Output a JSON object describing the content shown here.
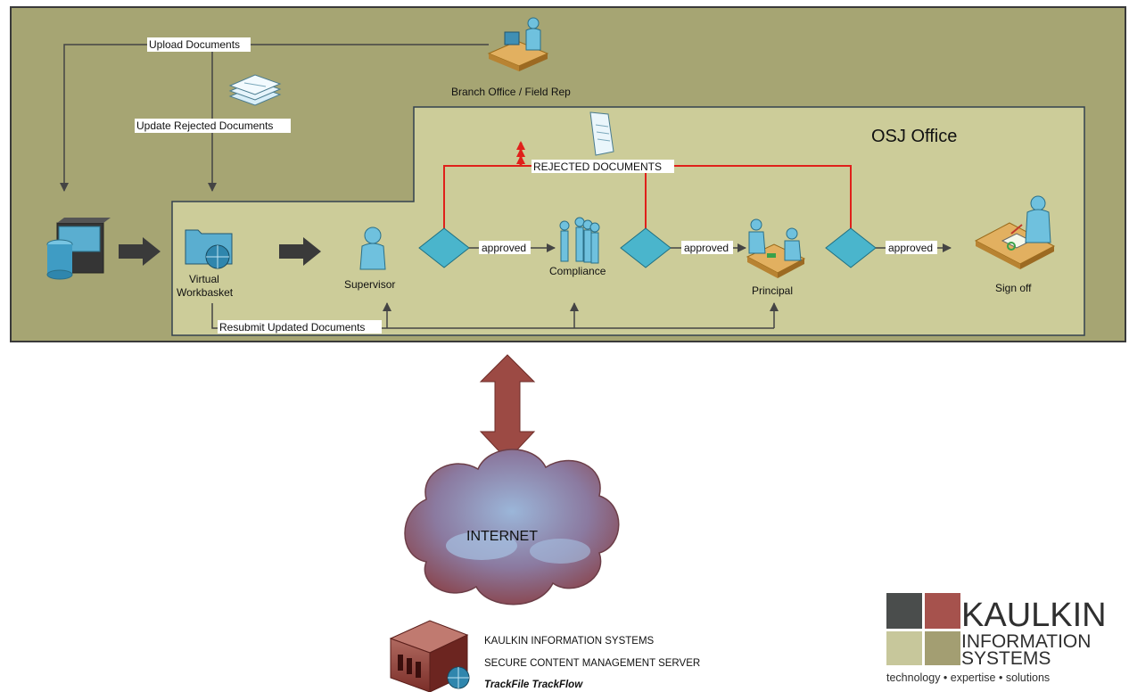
{
  "outer": {
    "title": "Branch Office / Field Rep"
  },
  "osj": {
    "title": "OSJ Office"
  },
  "labels": {
    "upload": "Upload Documents",
    "update_rejected": "Update Rejected Documents",
    "rejected": "REJECTED DOCUMENTS",
    "resubmit": "Resubmit Updated Documents",
    "approved_1": "approved",
    "approved_2": "approved",
    "approved_3": "approved"
  },
  "nodes": {
    "workbasket_line1": "Virtual",
    "workbasket_line2": "Workbasket",
    "supervisor": "Supervisor",
    "compliance": "Compliance",
    "principal": "Principal",
    "signoff": "Sign off"
  },
  "cloud": {
    "label": "INTERNET"
  },
  "server": {
    "line1": "KAULKIN INFORMATION SYSTEMS",
    "line2": "SECURE CONTENT MANAGEMENT SERVER",
    "line3": "TrackFile TrackFlow"
  },
  "logo": {
    "line1": "KAULKIN",
    "line2": "INFORMATION",
    "line3": "SYSTEMS",
    "tagline": "technology • expertise • solutions"
  },
  "colors": {
    "outer_bg": "#a6a573",
    "inner_bg": "#cccc99",
    "reject_line": "#e0201a",
    "decision": "#4ab5cc",
    "arrow_dark": "#3d3d3d",
    "double_arrow": "#9c4a44",
    "logo_dark": "#4a4d4c",
    "logo_red": "#a6524d",
    "logo_tan": "#c7c79b",
    "logo_olive": "#a39e72"
  }
}
